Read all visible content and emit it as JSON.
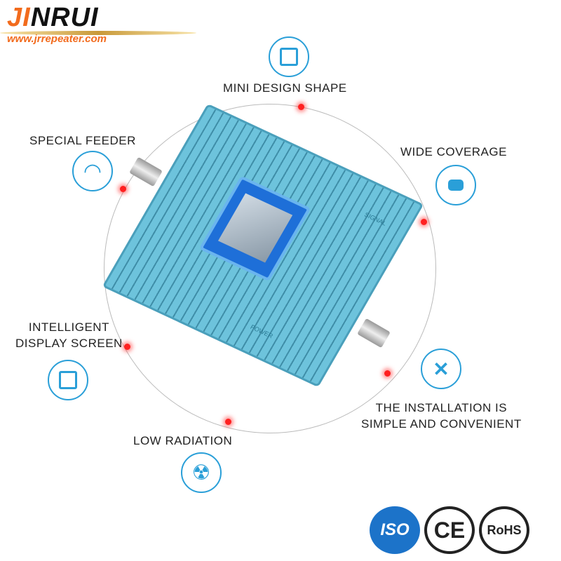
{
  "logo": {
    "brand_orange": "JI",
    "brand_black": "NRUI",
    "url": "www.jrrepeater.com"
  },
  "features": [
    {
      "label": "MINI DESIGN SHAPE",
      "icon": "square-icon"
    },
    {
      "label": "SPECIAL FEEDER",
      "icon": "wifi-icon"
    },
    {
      "label": "WIDE COVERAGE",
      "icon": "expand-icon"
    },
    {
      "label": "INTELLIGENT\nDISPLAY SCREEN",
      "icon": "screen-icon"
    },
    {
      "label": "THE INSTALLATION IS\nSIMPLE AND CONVENIENT",
      "icon": "tools-icon"
    },
    {
      "label": "LOW RADIATION",
      "icon": "radiation-icon"
    }
  ],
  "device": {
    "labels": [
      "POWER",
      "SIGNAL"
    ]
  },
  "certifications": [
    "ISO",
    "CE",
    "RoHS"
  ],
  "colors": {
    "accent": "#2a9fd8",
    "device": "#6dc3dc",
    "brand": "#f26b1d",
    "dot": "#ff2020"
  }
}
